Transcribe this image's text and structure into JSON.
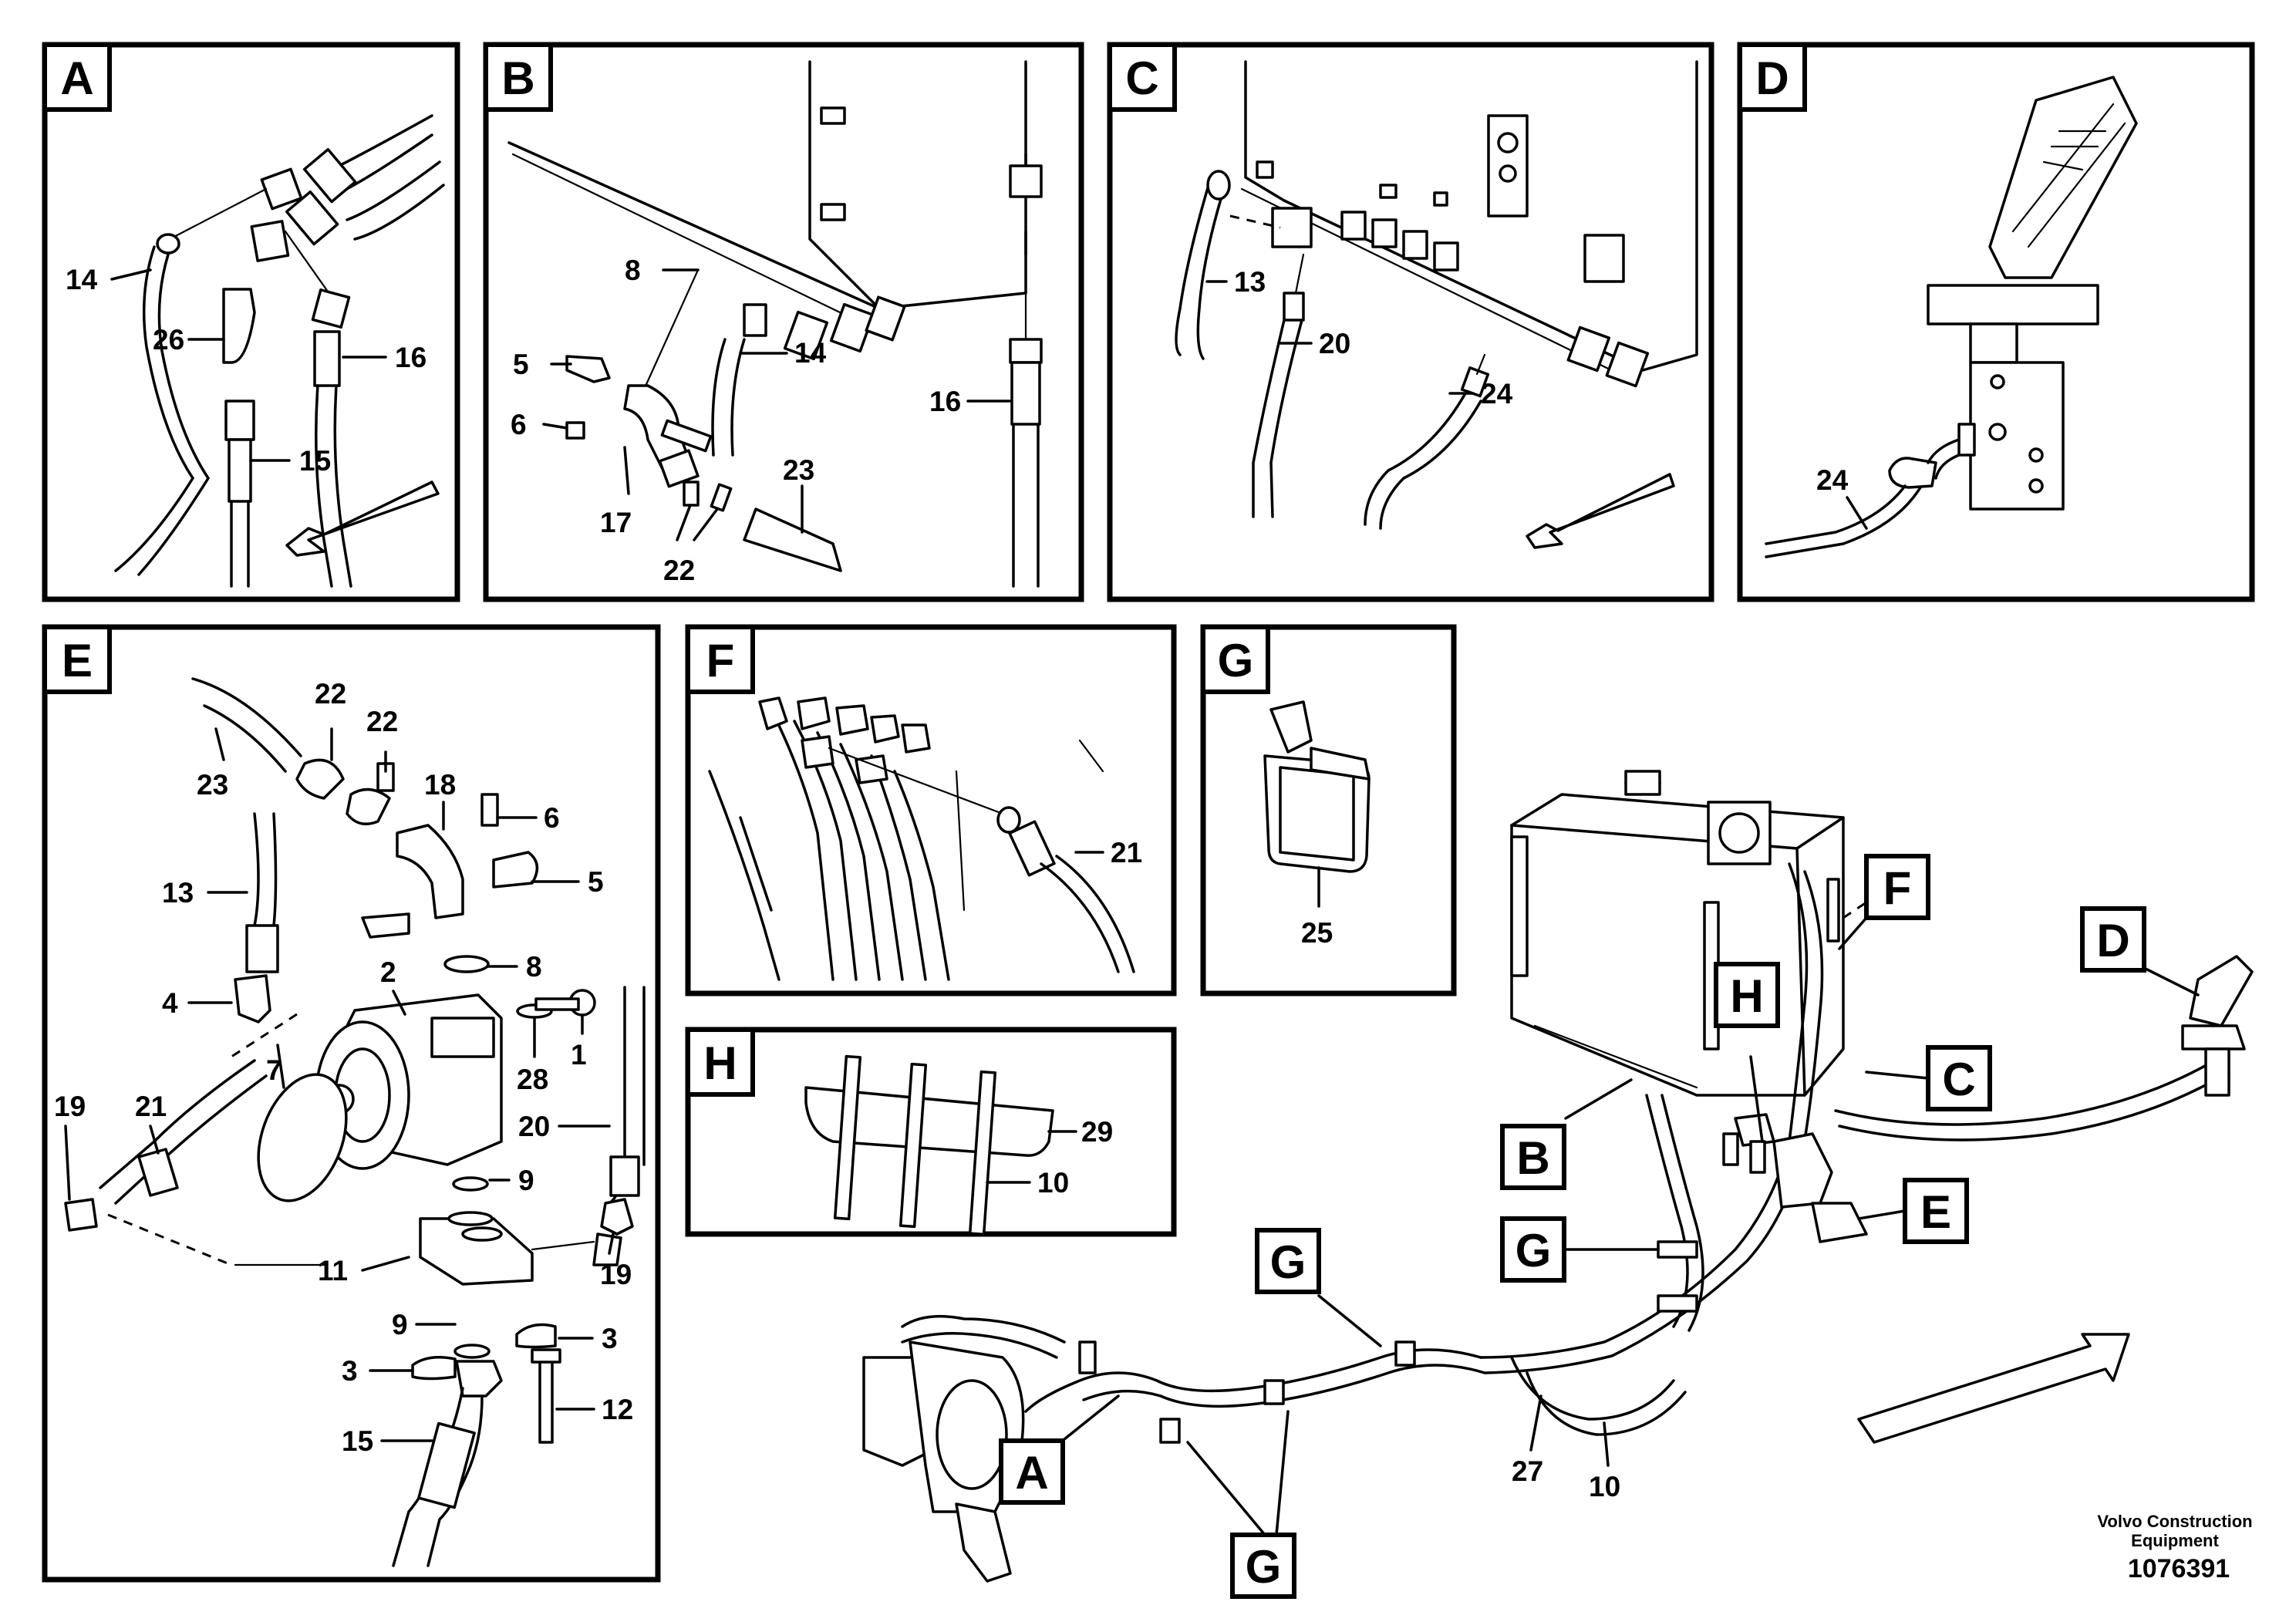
{
  "panels": {
    "A": {
      "letter": "A",
      "labels": {
        "l14": "14",
        "l26": "26",
        "l16": "16",
        "l15": "15"
      }
    },
    "B": {
      "letter": "B",
      "labels": {
        "l8": "8",
        "l14": "14",
        "l5": "5",
        "l6": "6",
        "l17": "17",
        "l22": "22",
        "l23": "23",
        "l16": "16"
      }
    },
    "C": {
      "letter": "C",
      "labels": {
        "l13": "13",
        "l20": "20",
        "l24": "24"
      }
    },
    "D": {
      "letter": "D",
      "labels": {
        "l24": "24"
      }
    },
    "E": {
      "letter": "E",
      "labels": {
        "l22a": "22",
        "l22b": "22",
        "l23": "23",
        "l18": "18",
        "l6": "6",
        "l5": "5",
        "l13": "13",
        "l4": "4",
        "l2": "2",
        "l8": "8",
        "l7": "7",
        "l28": "28",
        "l1": "1",
        "l21": "21",
        "l19a": "19",
        "l20": "20",
        "l9a": "9",
        "l19b": "19",
        "l11": "11",
        "l9b": "9",
        "l3a": "3",
        "l3b": "3",
        "l12": "12",
        "l15": "15"
      }
    },
    "F": {
      "letter": "F",
      "labels": {
        "l21": "21"
      }
    },
    "G": {
      "letter": "G",
      "labels": {
        "l25": "25"
      }
    },
    "H": {
      "letter": "H",
      "labels": {
        "l29": "29",
        "l10": "10"
      }
    }
  },
  "overview": {
    "callouts": {
      "A": "A",
      "B": "B",
      "C": "C",
      "D": "D",
      "E": "E",
      "F": "F",
      "G1": "G",
      "G2": "G",
      "G3": "G",
      "H": "H"
    },
    "labels": {
      "l27": "27",
      "l10": "10"
    }
  },
  "footer": {
    "brand_line1": "Volvo Construction",
    "brand_line2": "Equipment",
    "doc_number": "1076391"
  },
  "icons": [
    "flow-arrow-icon"
  ]
}
